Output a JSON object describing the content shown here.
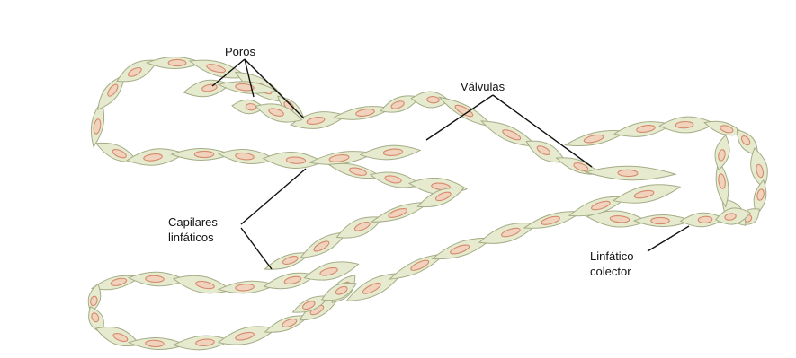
{
  "labels": {
    "poros": "Poros",
    "valvulas": "Válvulas",
    "capilares_line1": "Capilares",
    "capilares_line2": "linfáticos",
    "colector_line1": "Linfático",
    "colector_line2": "colector"
  },
  "colors": {
    "cell_fill": "#e6ebcf",
    "cell_stroke": "#a4ad86",
    "nucleus_fill": "#f1d3bd",
    "nucleus_stroke": "#d6896d",
    "leader_line": "#111111"
  }
}
